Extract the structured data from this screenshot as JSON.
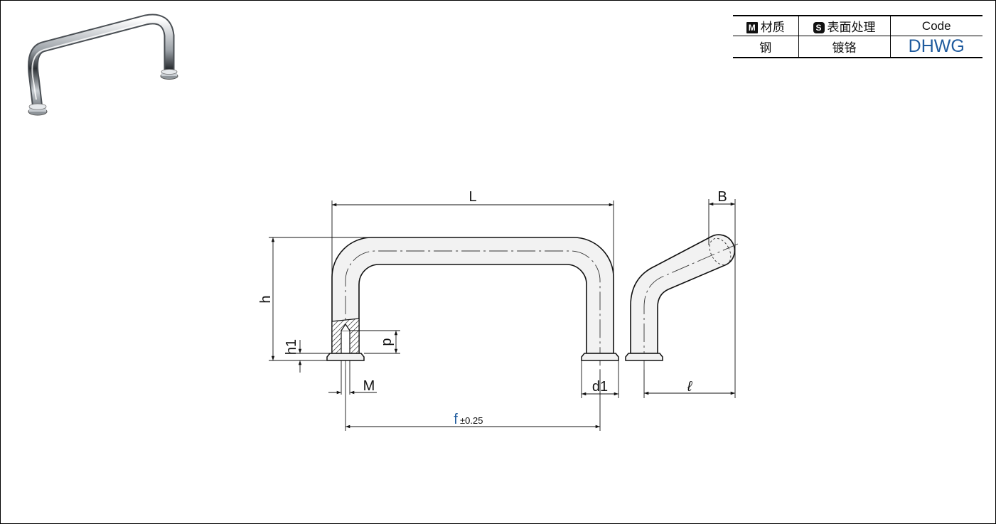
{
  "spec_table": {
    "material_mark": "M",
    "material_header": "材质",
    "surface_mark": "S",
    "surface_header": "表面处理",
    "code_header": "Code",
    "material_value": "钢",
    "surface_value": "镀铬",
    "code_value": "DHWG"
  },
  "dimensions": {
    "L": "L",
    "h": "h",
    "h1": "h1",
    "p": "p",
    "M": "M",
    "d1": "d1",
    "f": "f",
    "f_tolerance": "±0.25",
    "B": "B",
    "l": "ℓ"
  },
  "colors": {
    "code_value": "#1f5b9e",
    "f_label": "#1f5b9e",
    "handle_fill": "#f2f2f2"
  }
}
